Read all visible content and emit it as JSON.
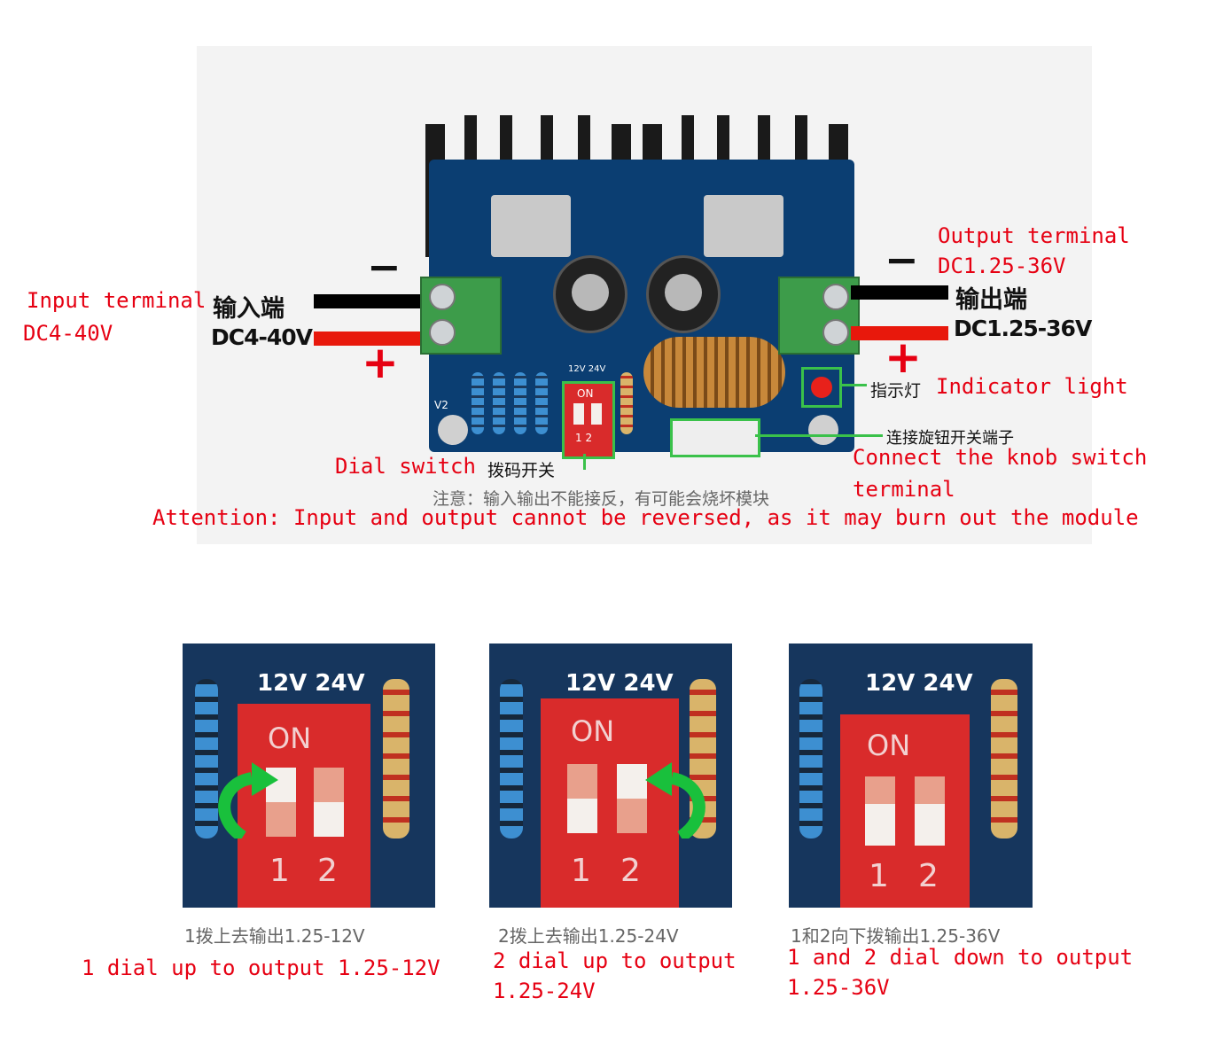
{
  "board_labels": {
    "input_cn": "输入端",
    "input_voltage": "DC4-40V",
    "output_cn": "输出端",
    "output_voltage": "DC1.25-36V",
    "minus": "−",
    "plus": "+",
    "indicator_cn": "指示灯",
    "knob_terminal_cn": "连接旋钮开关端子",
    "dial_switch_cn": "拨码开关",
    "attention_cn": "注意：输入输出不能接反，有可能会烧坏模块",
    "dip_top": "12V 24V",
    "dip_on": "ON",
    "dip_nums": "1 2",
    "board_mark": "V2"
  },
  "annotations": {
    "input_terminal": "Input terminal",
    "input_voltage": "DC4-40V",
    "output_terminal": "Output terminal",
    "output_voltage": "DC1.25-36V",
    "indicator_light": "Indicator light",
    "dial_switch": "Dial switch",
    "connect_knob_line1": "Connect the knob switch",
    "connect_knob_line2": "terminal",
    "attention": "Attention: Input and output cannot be reversed, as it may burn out the module"
  },
  "panels": [
    {
      "top_label": "12V 24V",
      "on": "ON",
      "num1": "1",
      "num2": "2",
      "caption_cn": "1拨上去输出1.25-12V",
      "caption_en": "1 dial up to output 1.25-12V"
    },
    {
      "top_label": "12V 24V",
      "on": "ON",
      "num1": "1",
      "num2": "2",
      "caption_cn": "2拨上去输出1.25-24V",
      "caption_en_line1": "2 dial up to output",
      "caption_en_line2": "1.25-24V"
    },
    {
      "top_label": "12V 24V",
      "on": "ON",
      "num1": "1",
      "num2": "2",
      "caption_cn": "1和2向下拨输出1.25-36V",
      "caption_en_line1": "1 and 2 dial down to output",
      "caption_en_line2": "1.25-36V"
    }
  ],
  "colors": {
    "annotation_red": "#e60012",
    "pcb_blue": "#0b3e72",
    "terminal_green": "#3d9c4a",
    "dip_red": "#d92b2b",
    "arrow_green": "#19c03c"
  }
}
